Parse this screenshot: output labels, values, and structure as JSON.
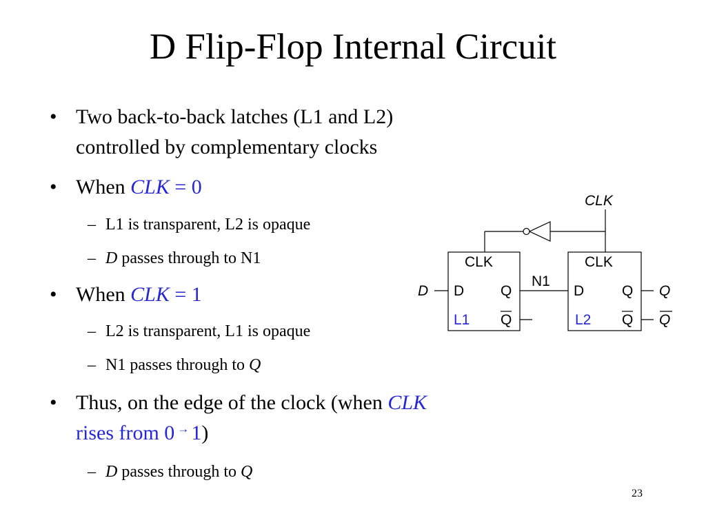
{
  "title": "D Flip-Flop Internal Circuit",
  "bullet1": {
    "line1": "Two back-to-back latches (L1 and L2)",
    "line2": "controlled by complementary clocks"
  },
  "bullet2": {
    "prefix": "When ",
    "clk": "CLK",
    "eq": " = 0",
    "sub1": "L1 is transparent, L2 is opaque",
    "sub2_d": "D",
    "sub2_rest": " passes through to N1"
  },
  "bullet3": {
    "prefix": "When ",
    "clk": "CLK",
    "eq": " = 1",
    "sub1": "L2 is transparent, L1 is opaque",
    "sub2_rest": "N1 passes through to ",
    "sub2_q": "Q"
  },
  "bullet4": {
    "line1_prefix": "Thus, on the edge of the clock (when ",
    "line1_clk": "CLK",
    "line2_a": "rises from 0",
    "arrow": "→",
    "line2_b": "1",
    "line2_close": ")",
    "sub_d": "D",
    "sub_rest": " passes through to ",
    "sub_q": "Q"
  },
  "page_number": "23",
  "diagram": {
    "clk_input": "CLK",
    "d_input": "D",
    "node": "N1",
    "q_output": "Q",
    "qbar_output": "Q",
    "latch1": {
      "clk": "CLK",
      "d": "D",
      "q": "Q",
      "qbar": "Q",
      "name": "L1"
    },
    "latch2": {
      "clk": "CLK",
      "d": "D",
      "q": "Q",
      "qbar": "Q",
      "name": "L2"
    }
  },
  "colors": {
    "accent": "#2626d9",
    "text": "#000000"
  }
}
